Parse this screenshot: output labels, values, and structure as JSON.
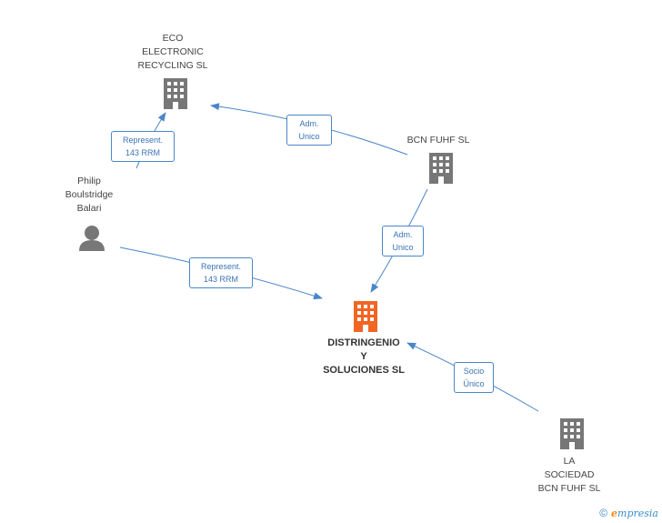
{
  "nodes": {
    "eco": {
      "label": "ECO\nELECTRONIC\nRECYCLING  SL",
      "color": "#777777"
    },
    "bcn": {
      "label": "BCN FUHF  SL",
      "color": "#777777"
    },
    "philip": {
      "label": "Philip\nBoulstridge\nBalari",
      "color": "#777777"
    },
    "distringenio": {
      "label": "DISTRINGENIO\nY\nSOLUCIONES SL",
      "color": "#f26522"
    },
    "lasociedad": {
      "label": "LA\nSOCIEDAD\nBCN FUHF  SL",
      "color": "#777777"
    }
  },
  "edges": {
    "e1": "Represent.\n143 RRM",
    "e2": "Adm.\nUnico",
    "e3": "Adm.\nUnico",
    "e4": "Represent.\n143 RRM",
    "e5": "Socio\nÚnico"
  },
  "colors": {
    "edge": "#4a86c8"
  },
  "footer": {
    "copyright": "©",
    "brand_initial": "e",
    "brand_rest": "mpresia"
  }
}
